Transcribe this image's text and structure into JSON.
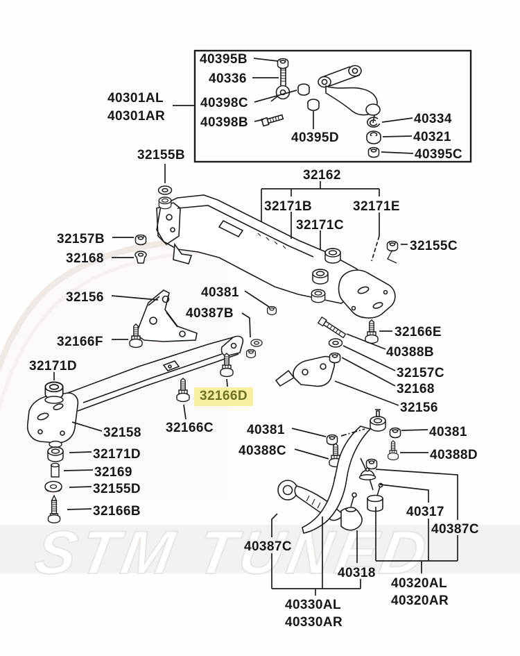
{
  "diagram": {
    "watermark": "STM TUNED",
    "highlight": {
      "part": "32166D",
      "background": "#f6f0a0",
      "text_color": "#707024"
    },
    "line_color": "#1b1b1b",
    "labels": {
      "n40395B": "40395B",
      "n40336": "40336",
      "n40398C": "40398C",
      "n40398B": "40398B",
      "n40395D": "40395D",
      "n40301AL": "40301AL",
      "n40301AR": "40301AR",
      "n40334": "40334",
      "n40321": "40321",
      "n40395C": "40395C",
      "n32155B": "32155B",
      "n32162": "32162",
      "n32171B": "32171B",
      "n32171C": "32171C",
      "n32171E": "32171E",
      "n32157B": "32157B",
      "n32168_left": "32168",
      "n32155C": "32155C",
      "n32156_left": "32156",
      "n40381_mid": "40381",
      "n40387B": "40387B",
      "n32166F": "32166F",
      "n32171D_upper": "32171D",
      "n32166E": "32166E",
      "n40388B": "40388B",
      "n32157C": "32157C",
      "n32168_right": "32168",
      "n32156_right": "32156",
      "n32166D": "32166D",
      "n32166C": "32166C",
      "n32158": "32158",
      "n40381_bottom_mid": "40381",
      "n40388C": "40388C",
      "n40381_bottom_right": "40381",
      "n40388D": "40388D",
      "n32171D_lower": "32171D",
      "n32169": "32169",
      "n32155D": "32155D",
      "n32166B": "32166B",
      "n40317": "40317",
      "n40387C_right": "40387C",
      "n40387C_left": "40387C",
      "n40318": "40318",
      "n40330AL": "40330AL",
      "n40330AR": "40330AR",
      "n40320AL": "40320AL",
      "n40320AR": "40320AR"
    }
  }
}
